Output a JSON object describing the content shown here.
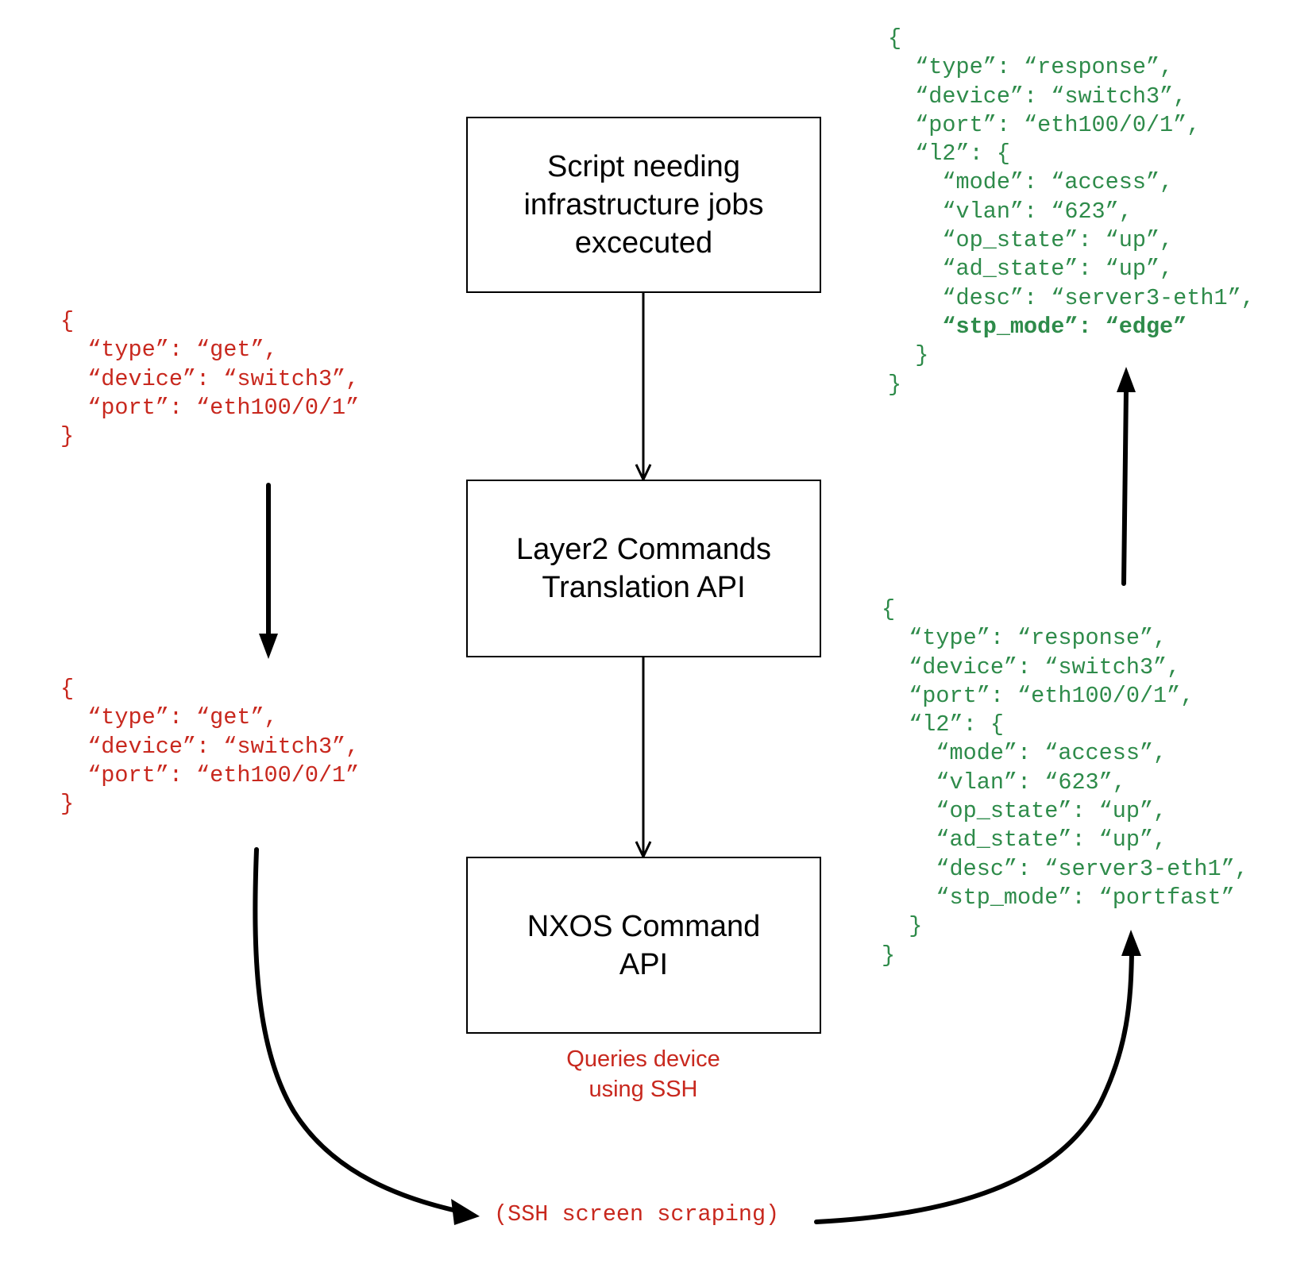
{
  "diagram": {
    "boxes": [
      {
        "id": "script",
        "label": "Script needing\ninfrastructure jobs\nexcecuted"
      },
      {
        "id": "translation-api",
        "label": "Layer2 Commands\nTranslation API"
      },
      {
        "id": "nxos-api",
        "label": "NXOS Command\nAPI"
      }
    ],
    "captions": {
      "nxos_note": "Queries device\nusing SSH",
      "scraping": "(SSH screen scraping)"
    },
    "colors": {
      "request": "#c8281e",
      "response": "#2e8b4a",
      "lines": "#000000"
    },
    "request_blocks": [
      {
        "id": "request-1",
        "lines": [
          {
            "text": "{"
          },
          {
            "text": "  “type”: “get”,"
          },
          {
            "text": "  “device”: “switch3”,"
          },
          {
            "text": "  “port”: “eth100/0/1”"
          },
          {
            "text": "}"
          }
        ]
      },
      {
        "id": "request-2",
        "lines": [
          {
            "text": "{"
          },
          {
            "text": "  “type”: “get”,"
          },
          {
            "text": "  “device”: “switch3”,"
          },
          {
            "text": "  “port”: “eth100/0/1”"
          },
          {
            "text": "}"
          }
        ]
      }
    ],
    "response_blocks": [
      {
        "id": "response-translated",
        "lines": [
          {
            "text": "{"
          },
          {
            "text": "  “type”: “response”,"
          },
          {
            "text": "  “device”: “switch3”,"
          },
          {
            "text": "  “port”: “eth100/0/1”,"
          },
          {
            "text": "  “l2”: {"
          },
          {
            "text": "    “mode”: “access”,"
          },
          {
            "text": "    “vlan”: “623”,"
          },
          {
            "text": "    “op_state”: “up”,"
          },
          {
            "text": "    “ad_state”: “up”,"
          },
          {
            "text": "    “desc”: “server3-eth1”,"
          },
          {
            "text": "    “stp_mode”: “edge”",
            "bold": true
          },
          {
            "text": "  }"
          },
          {
            "text": "}"
          }
        ]
      },
      {
        "id": "response-raw",
        "lines": [
          {
            "text": "{"
          },
          {
            "text": "  “type”: “response”,"
          },
          {
            "text": "  “device”: “switch3”,"
          },
          {
            "text": "  “port”: “eth100/0/1”,"
          },
          {
            "text": "  “l2”: {"
          },
          {
            "text": "    “mode”: “access”,"
          },
          {
            "text": "    “vlan”: “623”,"
          },
          {
            "text": "    “op_state”: “up”,"
          },
          {
            "text": "    “ad_state”: “up”,"
          },
          {
            "text": "    “desc”: “server3-eth1”,"
          },
          {
            "text": "    “stp_mode”: “portfast”"
          },
          {
            "text": "  }"
          },
          {
            "text": "}"
          }
        ]
      }
    ],
    "edges": [
      {
        "from": "script",
        "to": "translation-api",
        "style": "open-arrow"
      },
      {
        "from": "translation-api",
        "to": "nxos-api",
        "style": "open-arrow"
      },
      {
        "from": "request-1",
        "to": "request-2",
        "style": "filled-arrow"
      },
      {
        "from": "request-2",
        "to": "scraping",
        "style": "filled-arrow-curve"
      },
      {
        "from": "scraping",
        "to": "response-raw",
        "style": "filled-arrow-curve"
      },
      {
        "from": "response-raw",
        "to": "response-translated",
        "style": "filled-arrow"
      }
    ]
  }
}
